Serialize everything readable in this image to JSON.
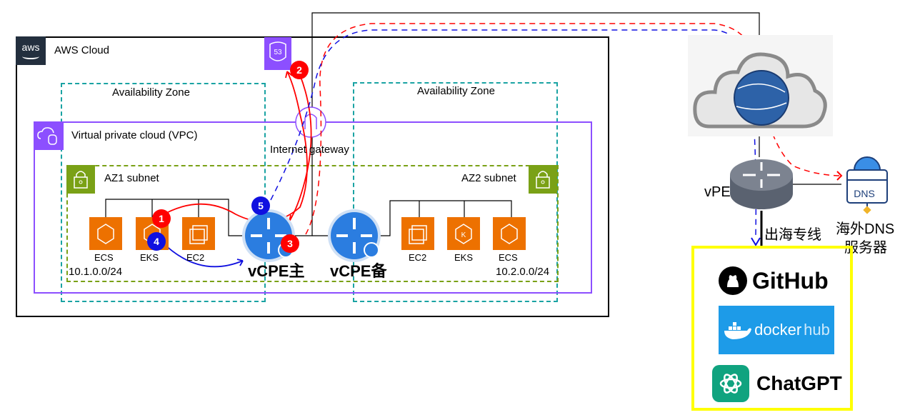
{
  "aws": {
    "cloud_label": "AWS Cloud",
    "logo_text": "aws",
    "vpc_label": "Virtual private cloud (VPC)",
    "igw_label": "Internet gateway",
    "route53_label": "53",
    "az_left_label": "Availability Zone",
    "az_right_label": "Availability Zone"
  },
  "subnets": {
    "az1": {
      "label": "AZ1 subnet",
      "cidr": "10.1.0.0/24",
      "services": [
        "ECS",
        "EKS",
        "EC2"
      ]
    },
    "az2": {
      "label": "AZ2 subnet",
      "cidr": "10.2.0.0/24",
      "services": [
        "EC2",
        "EKS",
        "ECS"
      ]
    }
  },
  "routers": {
    "primary": "vCPE主",
    "backup": "vCPE备",
    "vpe": "vPE"
  },
  "steps": {
    "s1": "1",
    "s2": "2",
    "s3": "3",
    "s4": "4",
    "s5": "5"
  },
  "external": {
    "line_label": "出海专线",
    "dns_label_line1": "海外DNS",
    "dns_label_line2": "服务器",
    "dns_icon_text": "DNS",
    "destinations": [
      "GitHub",
      "dockerhub",
      "ChatGPT"
    ],
    "docker_word1": "docker",
    "docker_word2": "hub"
  },
  "colors": {
    "aws_purple": "#8c4fff",
    "az_teal": "#1aa3a3",
    "subnet_green": "#7aa116",
    "service_orange": "#ed7100",
    "step_red": "#ff0000",
    "step_blue": "#1010e0",
    "highlight_yellow": "#ffff00",
    "docker_blue": "#1d9be8",
    "chatgpt_green": "#10a37f"
  }
}
